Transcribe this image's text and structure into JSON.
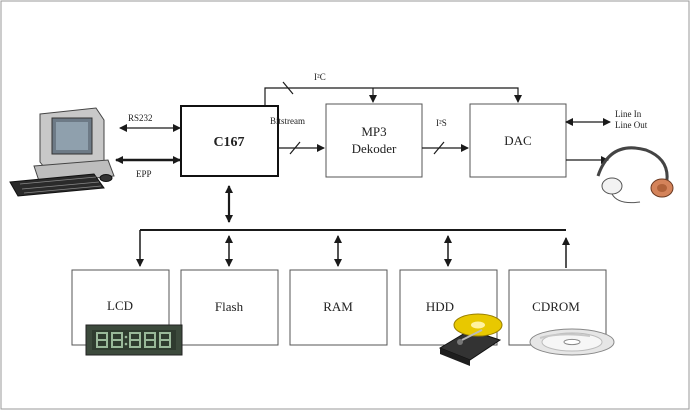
{
  "blocks": {
    "c167": "C167",
    "mp3_line1": "MP3",
    "mp3_line2": "Dekoder",
    "dac": "DAC",
    "lcd": "LCD",
    "flash": "Flash",
    "ram": "RAM",
    "hdd": "HDD",
    "cdrom": "CDROM"
  },
  "labels": {
    "i2c": "I²C",
    "rs232": "RS232",
    "epp": "EPP",
    "bitstream": "Bitstream",
    "i2s": "I²S",
    "line_in": "Line In",
    "line_out": "Line Out"
  },
  "icons": [
    "computer-icon",
    "headphones-icon",
    "lcd-display-icon",
    "hard-disk-icon",
    "cd-disc-icon"
  ],
  "colors": {
    "line": "#1a1a1a",
    "box_border": "#444444",
    "lcd_green": "#3c4a3c",
    "hdd_yellow": "#e8c800"
  }
}
